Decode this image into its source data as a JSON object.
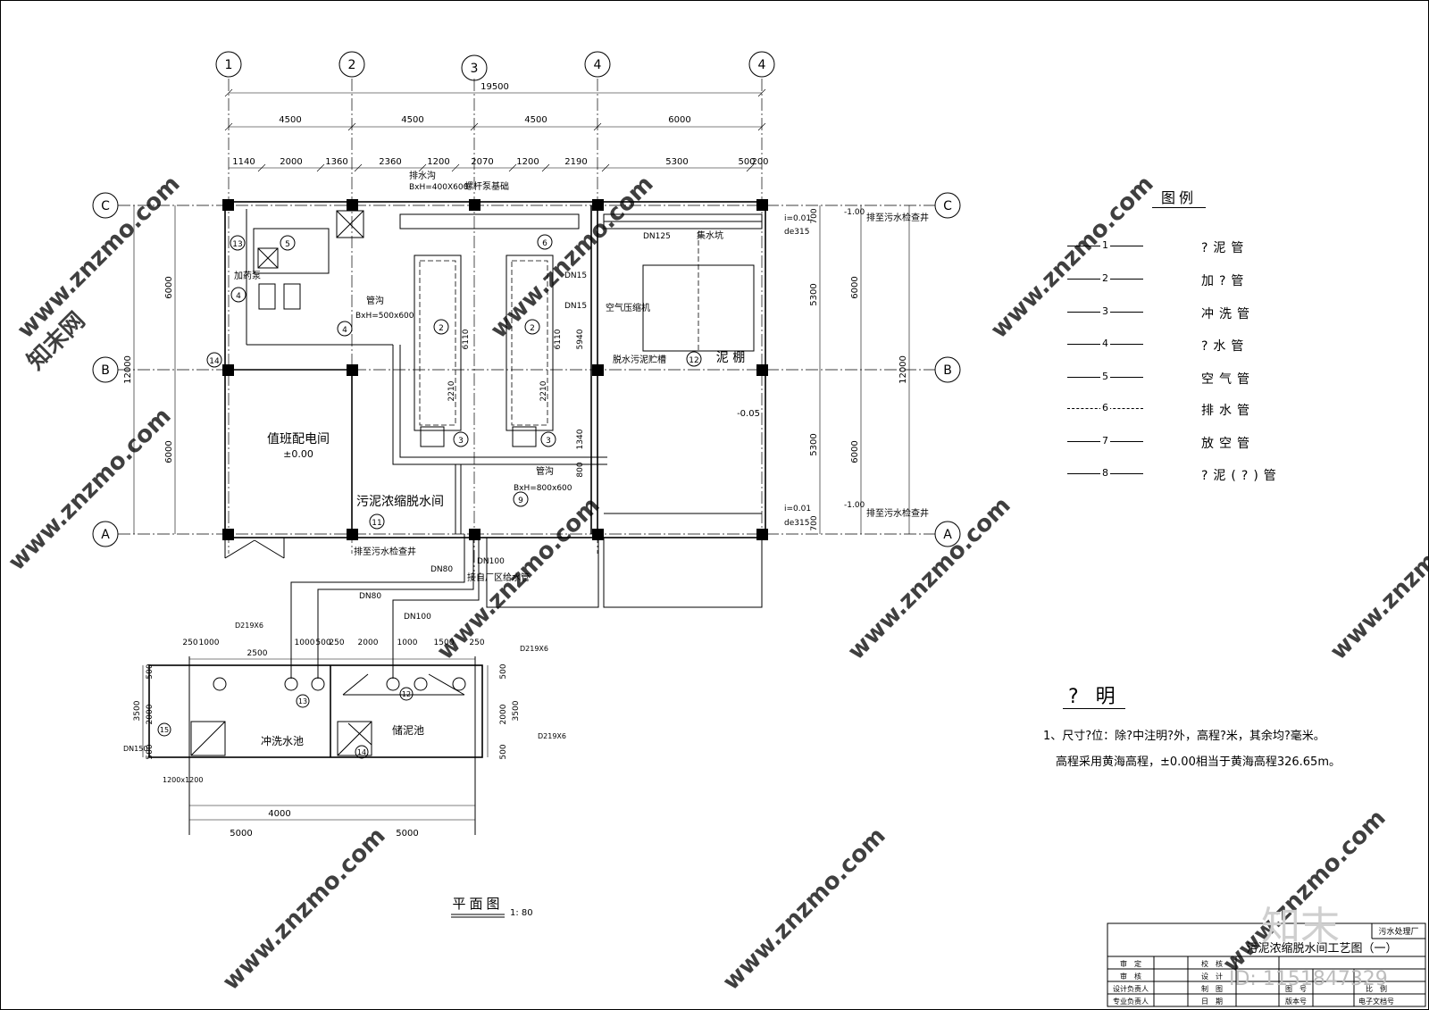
{
  "axes": {
    "a1": "1",
    "a2": "2",
    "a3": "3",
    "a4": "4",
    "a5": "4",
    "ac": "C",
    "ab": "B",
    "aa": "A"
  },
  "dims": {
    "total": "19500",
    "d1": "4500",
    "d2": "4500",
    "d3": "4500",
    "d4": "6000",
    "s1": "1140",
    "s2": "2000",
    "s3": "1360",
    "s4": "2360",
    "s5": "1200",
    "s6": "2070",
    "s7": "1200",
    "s8": "2190",
    "s9": "5300",
    "s10": "500",
    "s11": "200",
    "left_total": "12000",
    "left_a": "6000",
    "left_b": "6000",
    "right_total": "12000",
    "right_a": "6000",
    "right_b": "6000",
    "inner_a": "5300",
    "inner_b": "5300",
    "inner_c": "700",
    "inner_d": "700",
    "v1": "6110",
    "v2": "6110",
    "v3": "5940",
    "v4": "2210",
    "v5": "2210",
    "v6": "1340",
    "v7": "800"
  },
  "rooms": {
    "duty": "值班配电间",
    "duty_level": "±0.00",
    "dewater": "污泥浓缩脱水间",
    "shed": "泥 棚",
    "shed_level": "-0.05"
  },
  "notes": {
    "drain_ditch": "排水沟",
    "ditch_size_a": "BxH=400X600",
    "pump_base": "螺杆泵基础",
    "ditch": "管沟",
    "ditch_size_b": "BxH=500x600",
    "ditch_size_c": "BxH=800x600",
    "dosing": "加药泵",
    "compressor": "空气压缩机",
    "storage": "脱水污泥贮槽",
    "sump": "集水坑",
    "to_manhole_1": "排至污水检查井",
    "to_manhole_2": "排至污水检查井",
    "to_manhole_3": "排至污水检查井",
    "to_plant_water": "接自厂区给水管",
    "slope_1": "i=0.01",
    "slope_2": "i=0.01",
    "de_1": "de315",
    "de_2": "de315",
    "lvl_1": "-1.00",
    "lvl_2": "-1.00",
    "dn125": "DN125",
    "dn100": "DN100",
    "dn80": "DN80",
    "dn80b": "DN80",
    "dn100b": "DN100",
    "dn15a": "DN15",
    "dn15b": "DN15"
  },
  "pool": {
    "wash_pool": "冲洗水池",
    "sludge_pool": "储泥池",
    "pipe_a": "D219X6",
    "pipe_b": "D219X6",
    "pipe_c": "D219X6",
    "dn150": "DN150",
    "hole": "1200x1200",
    "dims_bottom_a": "5000",
    "dims_bottom_b": "5000",
    "dims_bottom_c": "4000",
    "dims_top": [
      "250",
      "1000",
      "2500",
      "1000",
      "500",
      "250",
      "2000",
      "1000",
      "1500",
      "250"
    ],
    "dims_left": [
      "500",
      "3500",
      "2000",
      "500"
    ],
    "dims_right": [
      "500",
      "3500",
      "2000",
      "500"
    ]
  },
  "title": {
    "plan": "平面图",
    "scale": "1: 80"
  },
  "legend": {
    "heading": "图例",
    "items": [
      {
        "num": "1",
        "name": "?泥管"
      },
      {
        "num": "2",
        "name": "加?管"
      },
      {
        "num": "3",
        "name": "冲洗管"
      },
      {
        "num": "4",
        "name": "?水管"
      },
      {
        "num": "5",
        "name": "空气管"
      },
      {
        "num": "6",
        "name": "排水管"
      },
      {
        "num": "7",
        "name": "放空管"
      },
      {
        "num": "8",
        "name": "?泥(?)管"
      }
    ]
  },
  "description": {
    "heading": "? 明",
    "line1": "1、尺寸?位：除?中注明?外，高程?米，其余均?毫米。",
    "line2": "高程采用黄海高程，±0.00相当于黄海高程326.65m。"
  },
  "titleblock": {
    "project": "污水处理厂",
    "drawing_name": "污泥浓缩脱水间工艺图（一）",
    "r1a": "审　定",
    "r1b": "校　核",
    "r2a": "审　核",
    "r2b": "设　计",
    "r3a": "设计负责人",
    "r3b": "制　图",
    "r4a": "专业负责人",
    "r4b": "日　期",
    "c1": "图　号",
    "c2": "比　例",
    "c3": "版本号",
    "c4": "电子文档号"
  },
  "watermark": {
    "site": "www.znzmo.com",
    "brand": "知末网",
    "logo": "知末",
    "id": "ID: 1151847329"
  }
}
